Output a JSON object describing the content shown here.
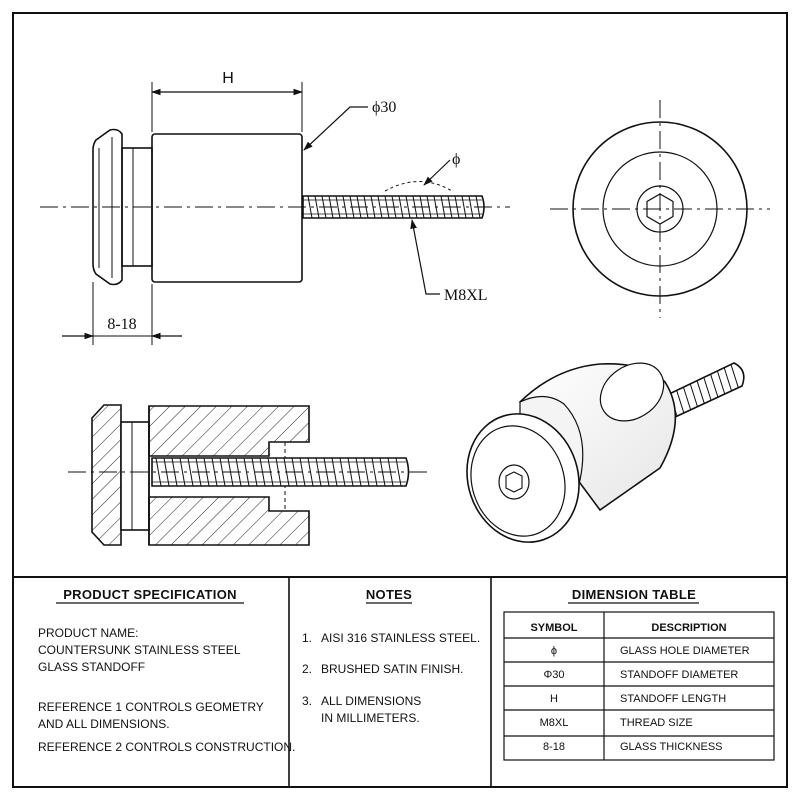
{
  "drawing": {
    "labels": {
      "h": "H",
      "d30": "ϕ30",
      "phi": "ϕ",
      "thread": "M8XL",
      "glass": "8-18"
    }
  },
  "spec": {
    "title": "PRODUCT SPECIFICATION",
    "lines": [
      "PRODUCT NAME:",
      "COUNTERSUNK STAINLESS STEEL",
      "GLASS STANDOFF",
      "REFERENCE 1 CONTROLS GEOMETRY",
      "AND ALL DIMENSIONS.",
      "REFERENCE 2 CONTROLS CONSTRUCTION."
    ]
  },
  "notes": {
    "title": "NOTES",
    "items": [
      {
        "num": "1.",
        "lines": [
          "AISI 316 STAINLESS STEEL."
        ]
      },
      {
        "num": "2.",
        "lines": [
          "BRUSHED SATIN FINISH."
        ]
      },
      {
        "num": "3.",
        "lines": [
          "ALL DIMENSIONS",
          "IN MILLIMETERS."
        ]
      }
    ]
  },
  "dimension_table": {
    "title": "DIMENSION TABLE",
    "headers": [
      "SYMBOL",
      "DESCRIPTION"
    ],
    "rows": [
      [
        "ϕ",
        "GLASS HOLE DIAMETER"
      ],
      [
        "Φ30",
        "STANDOFF DIAMETER"
      ],
      [
        "H",
        "STANDOFF LENGTH"
      ],
      [
        "M8XL",
        "THREAD SIZE"
      ],
      [
        "8-18",
        "GLASS THICKNESS"
      ]
    ]
  }
}
